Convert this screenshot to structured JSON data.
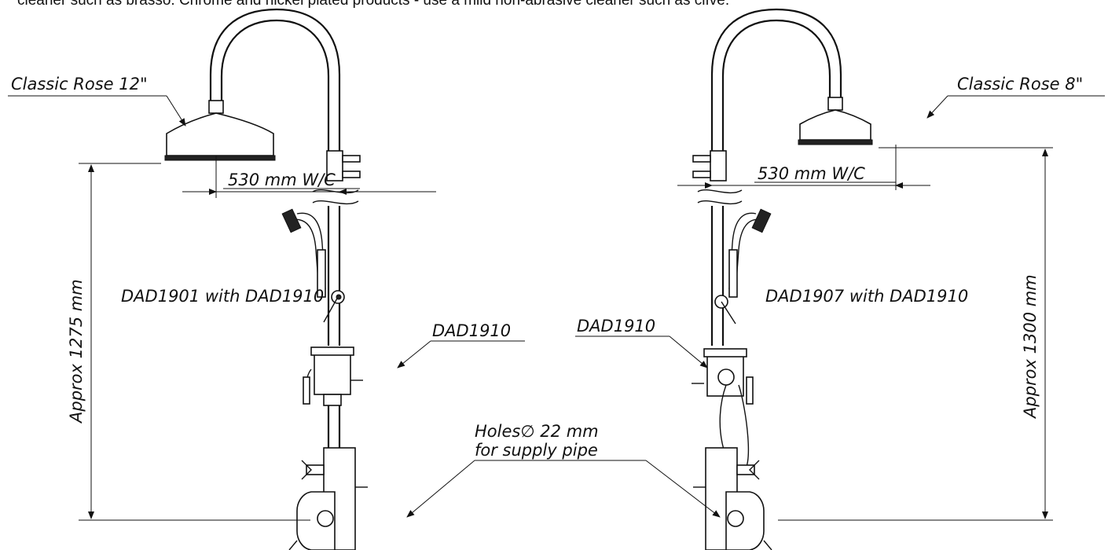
{
  "header_text": "cleaner such as brasso. Chrome and nickel plated products - use a mild non-abrasive cleaner such as cifve.",
  "left": {
    "rose_label": "Classic Rose 12\"",
    "width_label": "530 mm W/C",
    "product_label": "DAD1901 with DAD1910",
    "part_label": "DAD1910",
    "height_label": "Approx 1275 mm"
  },
  "right": {
    "rose_label": "Classic Rose 8\"",
    "width_label": "530 mm W/C",
    "product_label": "DAD1907 with DAD1910",
    "part_label": "DAD1910",
    "height_label": "Approx 1300 mm"
  },
  "holes_label_line1": "Holes∅ 22 mm",
  "holes_label_line2": "for supply pipe"
}
